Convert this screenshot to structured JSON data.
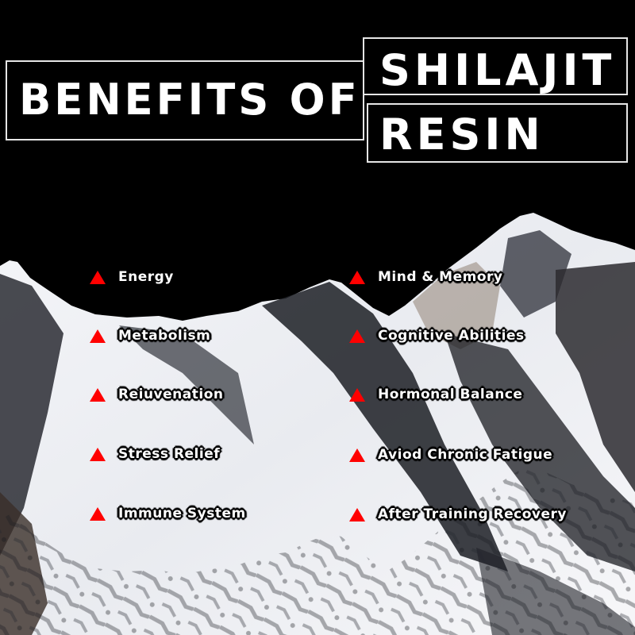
{
  "title": {
    "line_left": "BENEFITS OF",
    "line_right_top": "SHILAJIT",
    "line_right_bottom": "RESIN"
  },
  "colors": {
    "background": "#000000",
    "bullet": "#ff0000",
    "text": "#ffffff",
    "frame": "#e6e6e6"
  },
  "benefits": {
    "left": [
      {
        "label": "Energy",
        "icon": "red-triangle-icon"
      },
      {
        "label": "Metabolism",
        "icon": "red-triangle-icon"
      },
      {
        "label": "Reiuvenation",
        "icon": "red-triangle-icon"
      },
      {
        "label": "Stress Relief",
        "icon": "red-triangle-icon"
      },
      {
        "label": "Immune System",
        "icon": "red-triangle-icon"
      }
    ],
    "right": [
      {
        "label": "Mind & Memory",
        "icon": "red-triangle-icon"
      },
      {
        "label": "Cognitive Abilities",
        "icon": "red-triangle-icon"
      },
      {
        "label": "Hormonal Balance",
        "icon": "red-triangle-icon"
      },
      {
        "label": "Aviod Chronic Fatigue",
        "icon": "red-triangle-icon"
      },
      {
        "label": "After Training Recovery",
        "icon": "red-triangle-icon"
      }
    ]
  }
}
